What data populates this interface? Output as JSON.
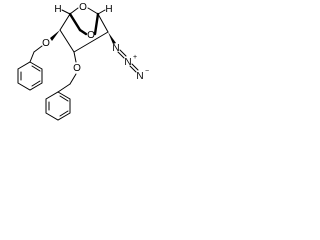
{
  "structure": {
    "atoms": {
      "h_left": "H",
      "h_right": "H",
      "o_bridge_top": "O",
      "o_bridge_mid": "O",
      "o_benzyloxy_upper": "O",
      "o_benzyloxy_lower": "O",
      "azide_n1": "N",
      "azide_n2": "N",
      "azide_n3": "N"
    },
    "charges": {
      "azide_n2_charge": "+",
      "azide_n3_charge": "−"
    },
    "bond_orders": {
      "azide_n1_n2": 2,
      "azide_n2_n3": 2,
      "aromatic_rings": 2
    }
  }
}
